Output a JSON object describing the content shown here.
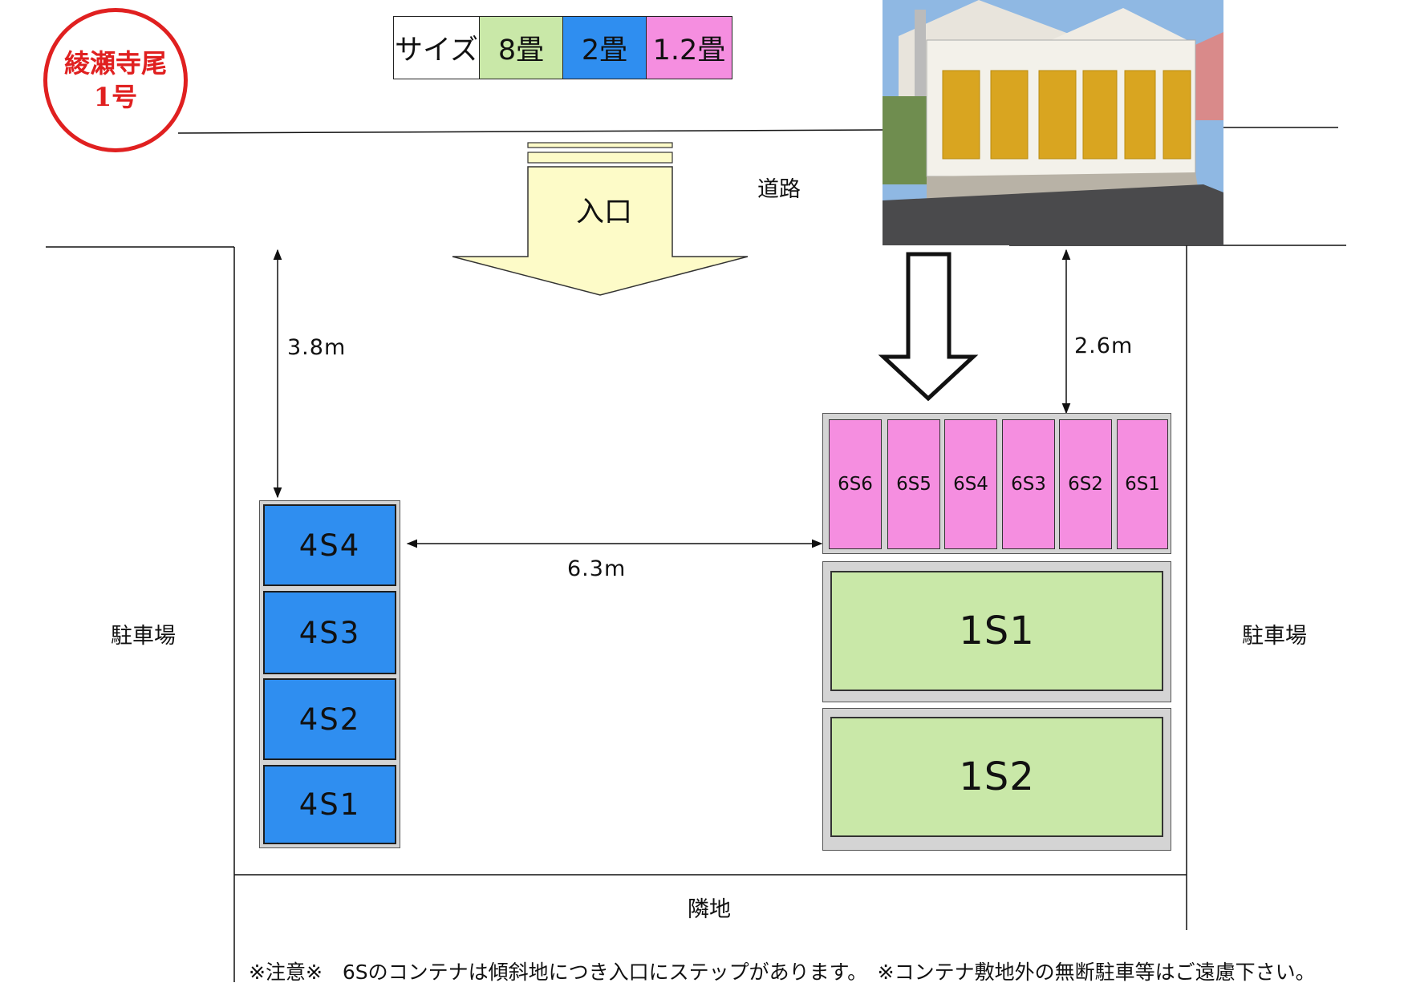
{
  "stamp": {
    "line1": "綾瀬寺尾",
    "line2": "1号",
    "color": "#e02020"
  },
  "legend": {
    "label": "サイズ",
    "sizes": [
      {
        "label": "8畳",
        "color": "#c9e8a8"
      },
      {
        "label": "2畳",
        "color": "#2f8ef0"
      },
      {
        "label": "1.2畳",
        "color": "#f58ee0"
      }
    ]
  },
  "entrance": {
    "label": "入口",
    "color": "#fdfbc8"
  },
  "labels": {
    "road": "道路",
    "parking_left": "駐車場",
    "parking_right": "駐車場",
    "neighbor": "隣地"
  },
  "dimensions": {
    "d1": "3.8m",
    "d2": "2.6m",
    "d3": "6.3m"
  },
  "units": {
    "blue": [
      "4S4",
      "4S3",
      "4S2",
      "4S1"
    ],
    "pink": [
      "6S6",
      "6S5",
      "6S4",
      "6S3",
      "6S2",
      "6S1"
    ],
    "green": [
      "1S1",
      "1S2"
    ]
  },
  "note": "※注意※　6Sのコンテナは傾斜地につき入口にステップがあります。　※コンテナ敷地外の無断駐車等はご遠慮下さい。"
}
